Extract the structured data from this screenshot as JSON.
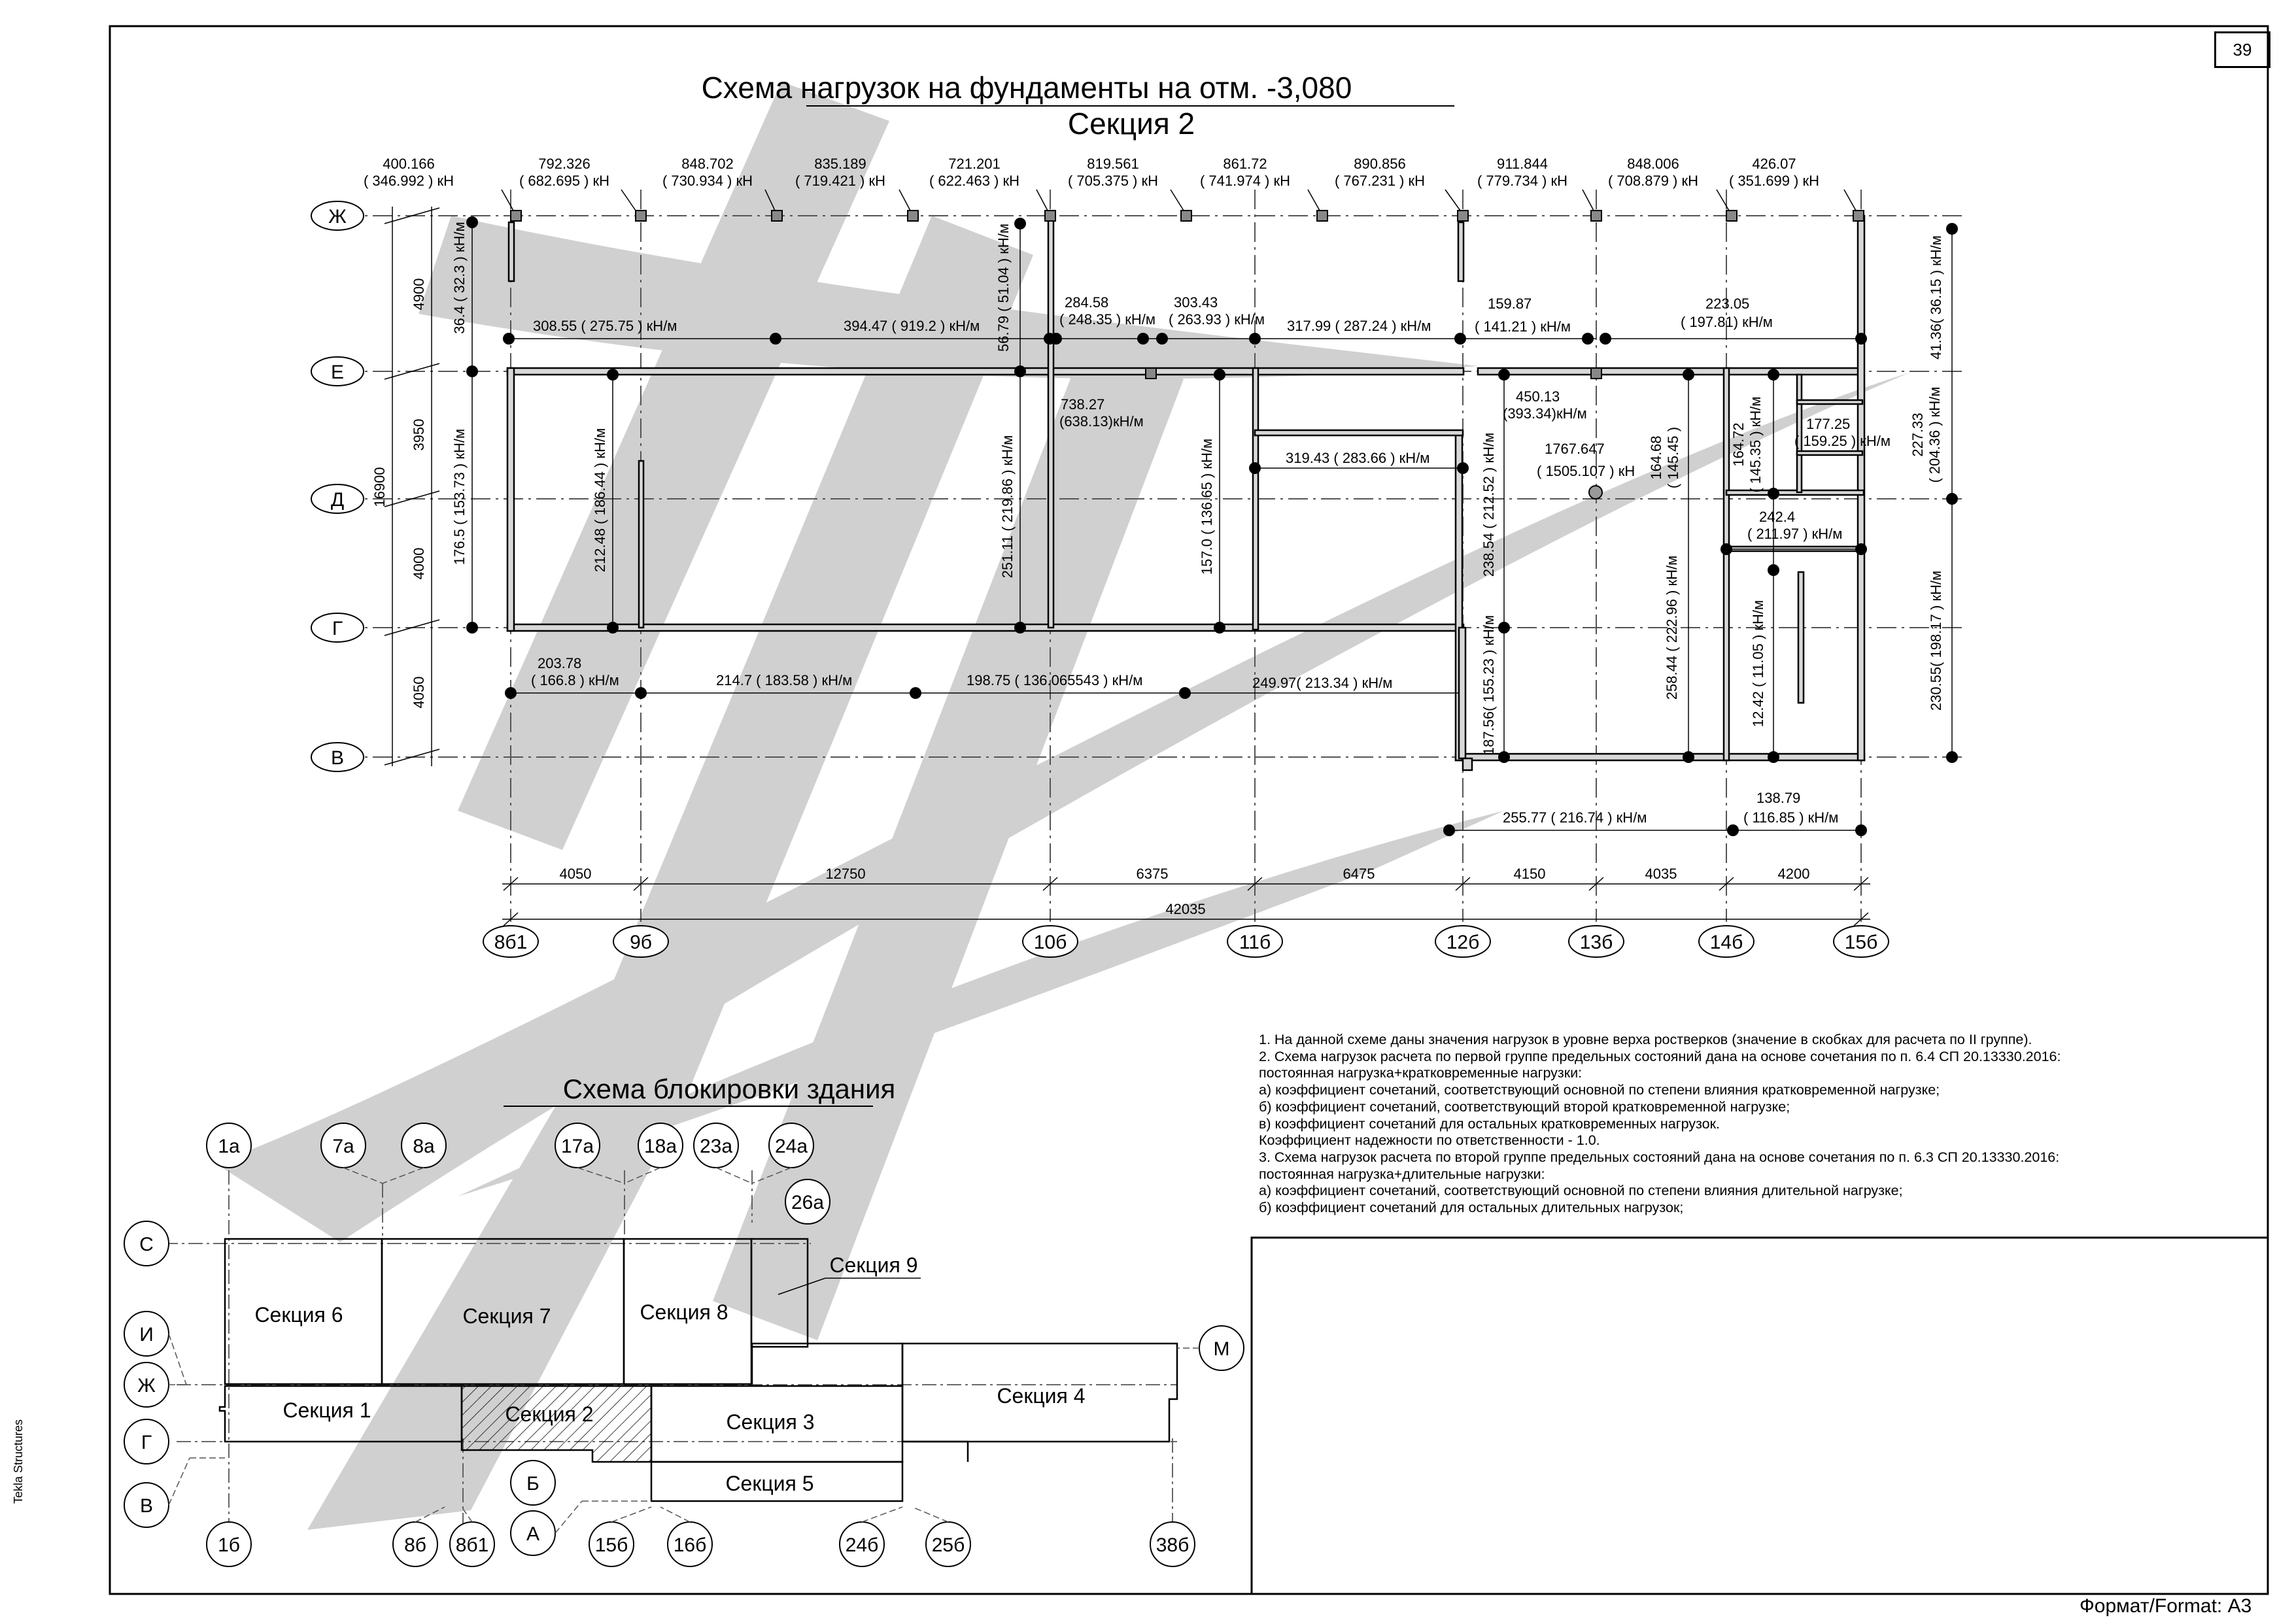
{
  "sheet": {
    "page_number": "39",
    "software": "Tekla Structures",
    "format": "Формат/Format: А3"
  },
  "plan": {
    "title": "Схема нагрузок на фундаменты на отм. -3,080",
    "subtitle": "Секция 2",
    "row_axes": [
      "Ж",
      "Е",
      "Д",
      "Г",
      "В"
    ],
    "col_axes": [
      "8б1",
      "9б",
      "10б",
      "11б",
      "12б",
      "13б",
      "14б",
      "15б"
    ],
    "column_loads": [
      {
        "top": "400.166",
        "bottom": "( 346.992 ) кН"
      },
      {
        "top": "792.326",
        "bottom": "( 682.695 ) кН"
      },
      {
        "top": "848.702",
        "bottom": "( 730.934 ) кН"
      },
      {
        "top": "835.189",
        "bottom": "( 719.421 ) кН"
      },
      {
        "top": "721.201",
        "bottom": "( 622.463 ) кН"
      },
      {
        "top": "819.561",
        "bottom": "( 705.375 ) кН"
      },
      {
        "top": "861.72",
        "bottom": "( 741.974 ) кН"
      },
      {
        "top": "890.856",
        "bottom": "( 767.231 ) кН"
      },
      {
        "top": "911.844",
        "bottom": "( 779.734 ) кН"
      },
      {
        "top": "848.006",
        "bottom": "( 708.879 ) кН"
      },
      {
        "top": "426.07",
        "bottom": "( 351.699 ) кН"
      }
    ],
    "wall_loads": {
      "e_row_1": "308.55 ( 275.75 ) кН/м",
      "e_row_2": "394.47 ( 919.2 ) кН/м",
      "e_row_3a": "284.58",
      "e_row_3b": "( 248.35 ) кН/м",
      "e_row_4a": "303.43",
      "e_row_4b": "( 263.93 ) кН/м",
      "e_row_5": "317.99 ( 287.24 ) кН/м",
      "e_row_6a": "159.87",
      "e_row_6b": "( 141.21 ) кН/м",
      "e_row_7a": "223.05",
      "e_row_7b": "( 197.81) кН/м",
      "v_row_1a": "203.78",
      "v_row_1b": "( 166.8 ) кН/м",
      "v_row_2": "214.7 ( 183.58 ) кН/м",
      "v_row_3": "198.75 ( 136.065543 ) кН/м",
      "v_row_4": "249.97( 213.34 ) кН/м",
      "bottom_1": "255.77 ( 216.74 ) кН/м",
      "bottom_2a": "138.79",
      "bottom_2b": "( 116.85 ) кН/м",
      "mid_1a": "738.27",
      "mid_1b": "(638.13)кН/м",
      "mid_2": "319.43 ( 283.66 ) кН/м",
      "mid_3a": "450.13",
      "mid_3b": "(393.34)кН/м",
      "point_a": "1767.647",
      "point_b": "( 1505.107 ) кН",
      "mid_4a": "177.25",
      "mid_4b": "( 159.25 ) кН/м",
      "mid_5a": "242.4",
      "mid_5b": "( 211.97 ) кН/м",
      "vert_1": "36.4 ( 32.3 ) кН/м",
      "vert_2": "176.5 ( 153.73 ) кН/м",
      "vert_3": "212.48 ( 186.44 ) кН/м",
      "vert_4": "56.79 ( 51.04 ) кН/м",
      "vert_5": "251.11 ( 219.86 ) кН/м",
      "vert_6": "157.0 ( 136.65 ) кН/м",
      "vert_7": "238.54 ( 212.52 ) кН/м",
      "vert_8": "187.56( 155.23 ) кН/м",
      "vert_9": "164.68",
      "vert_9b": "( 145.45 )",
      "vert_10": "164.72",
      "vert_10b": "( 145.35 ) кН/м",
      "vert_11": "258.44 ( 222.96 ) кН/м",
      "vert_12": "12.42 ( 11.05 ) кН/м",
      "right_1": "41.36( 36.15 ) кН/м",
      "right_2a": "227.33",
      "right_2b": "( 204.36 ) кН/м",
      "right_3": "230.55( 198.17 ) кН/м"
    },
    "dims_left": [
      "4900",
      "3950",
      "4000",
      "4050"
    ],
    "dim_left_total": "16900",
    "dims_bottom": [
      "4050",
      "12750",
      "6375",
      "6475",
      "4150",
      "4035",
      "4200"
    ],
    "dim_bottom_total": "42035"
  },
  "notes": [
    "1. На данной схеме даны значения нагрузок в уровне верха ростверков (значение в скобках для расчета по II группе).",
    "2. Схема нагрузок расчета по первой группе предельных состояний дана на основе сочетания по п. 6.4 СП 20.13330.2016:",
    "постоянная нагрузка+кратковременные нагрузки:",
    "а) коэффициент сочетаний, соответствующий основной по степени влияния кратковременной нагрузке;",
    "б) коэффициент сочетаний, соответствующий второй кратковременной нагрузке;",
    "в) коэффициент сочетаний для остальных кратковременных нагрузок.",
    "Коэффициент надежности по ответственности - 1.0.",
    "3. Схема нагрузок расчета по второй группе предельных состояний дана на основе сочетания по п. 6.3 СП 20.13330.2016:",
    "постоянная нагрузка+длительные нагрузки:",
    "а) коэффициент сочетаний, соответствующий основной по степени влияния длительной нагрузке;",
    "б) коэффициент сочетаний для остальных длительных нагрузок;"
  ],
  "block": {
    "title": "Схема блокировки здания",
    "top_axes": [
      "1а",
      "7а",
      "8а",
      "17а",
      "18а",
      "23а",
      "24а",
      "26а"
    ],
    "left_axes": [
      "С",
      "И",
      "Ж",
      "Г",
      "В"
    ],
    "right_axes": [
      "М",
      "Б",
      "А"
    ],
    "bottom_axes": [
      "1б",
      "8б",
      "8б1",
      "15б",
      "16б",
      "24б",
      "25б",
      "38б"
    ],
    "sections": [
      "Секция 1",
      "Секция 2",
      "Секция 3",
      "Секция 4",
      "Секция 5",
      "Секция 6",
      "Секция 7",
      "Секция 8",
      "Секция 9"
    ]
  }
}
